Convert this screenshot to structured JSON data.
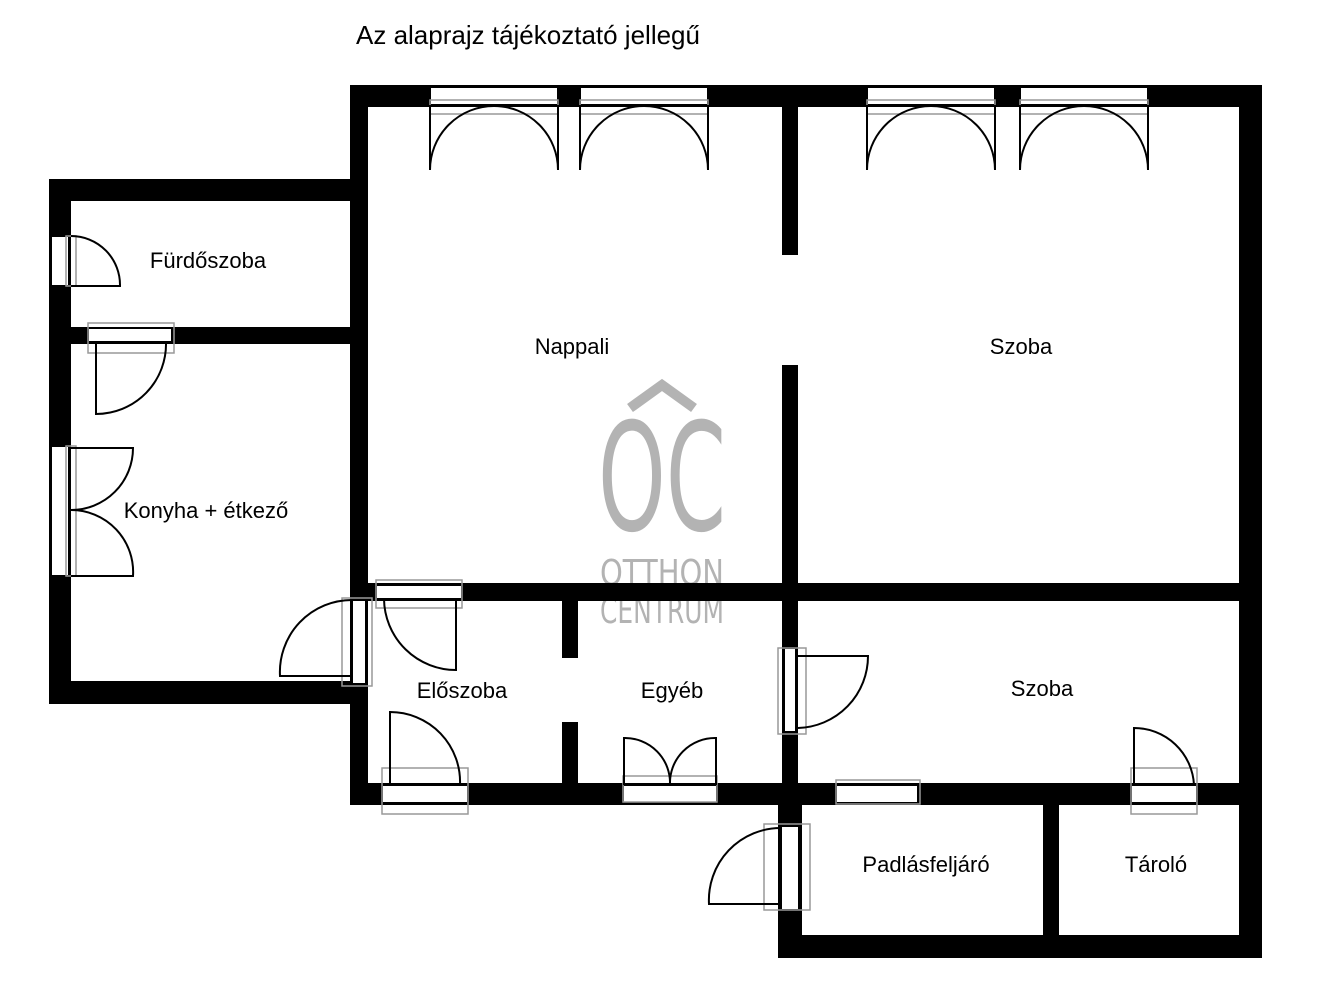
{
  "disclaimer": "Az alaprajz tájékoztató jellegű",
  "rooms": {
    "furdoszoba": "Fürdőszoba",
    "nappali": "Nappali",
    "szoba_top": "Szoba",
    "konyha": "Konyha + étkező",
    "eloszoba": "Előszoba",
    "egyeb": "Egyéb",
    "szoba_bottom": "Szoba",
    "padlasfeljaro": "Padlásfeljáró",
    "tarolo": "Tároló"
  },
  "logo": {
    "monogram": "OC",
    "line1": "OTTHON",
    "line2": "CENTRUM"
  },
  "colors": {
    "wall": "#000000",
    "logo": "#b3b3b3",
    "frame": "#999999"
  }
}
